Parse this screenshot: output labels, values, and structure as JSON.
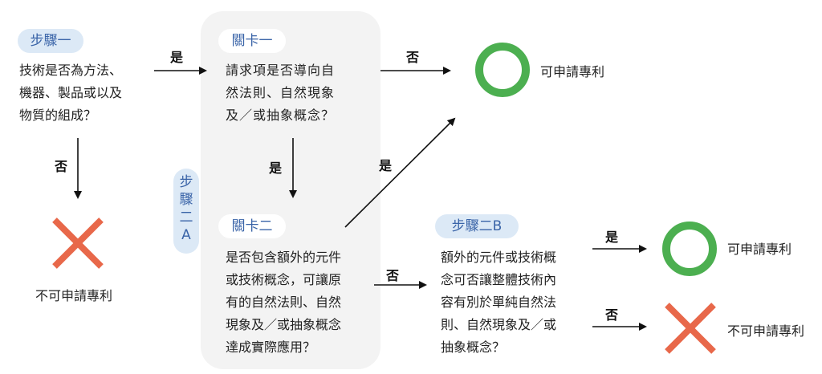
{
  "step1": {
    "badge": "步驟一",
    "question": "技術是否為方法、\n機器、製品或以及\n物質的組成？"
  },
  "step2a": {
    "side_label": [
      "步",
      "驟",
      "二",
      "A"
    ],
    "gate1": {
      "badge": "關卡一",
      "question": "請求項是否導向自\n然法則、自然現象\n及／或抽象概念？"
    },
    "gate2": {
      "badge": "關卡二",
      "question": "是否包含額外的元件\n或技術概念，可讓原\n有的自然法則、自然\n現象及／或抽象概念\n達成實際應用？"
    }
  },
  "step2b": {
    "badge": "步驟二B",
    "question": "額外的元件或技術概\n念可否讓整體技術內\n容有別於單純自然法\n則、自然現象及／或\n抽象概念？"
  },
  "edge_labels": {
    "step1_yes": "是",
    "step1_no": "否",
    "gate1_no": "否",
    "gate1_yes": "是",
    "gate2_yes": "是",
    "gate2_no": "否",
    "step2b_yes": "是",
    "step2b_no": "否"
  },
  "results": {
    "patentable": "可申請專利",
    "not_patentable": "不可申請專利"
  },
  "colors": {
    "accent_blue": "#3a64a8",
    "badge_bg": "#dce9f6",
    "panel_bg": "#f3f3f3",
    "check_green": "#4caf50",
    "cross_orange": "#e8684a"
  },
  "icons": {
    "yes_result": "circle-icon",
    "no_result": "cross-icon"
  }
}
